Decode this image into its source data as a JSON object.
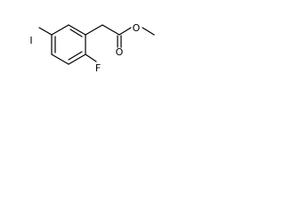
{
  "molecule": {
    "atoms": {
      "iodine": "I",
      "fluorine": "F",
      "carbonyl_oxygen": "O",
      "ester_oxygen": "O"
    }
  }
}
